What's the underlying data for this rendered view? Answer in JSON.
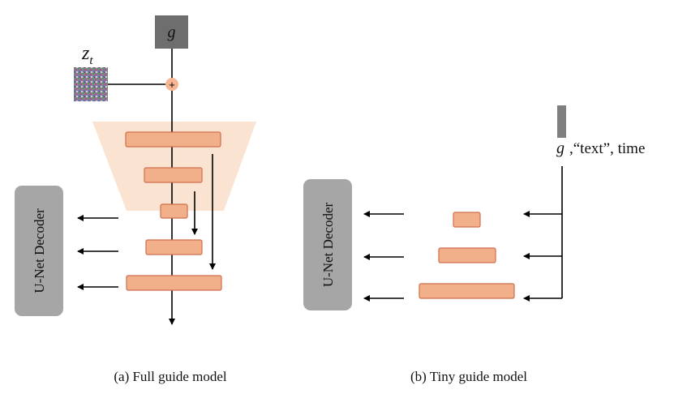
{
  "full": {
    "guide_label": "g",
    "latent_label": "z",
    "latent_subscript": "t",
    "plus_symbol": "+",
    "decoder_label": "U-Net Decoder",
    "caption": "(a) Full guide model"
  },
  "tiny": {
    "guide_label": "g",
    "inputs_label": ",“text”, time",
    "decoder_label": "U-Net Decoder",
    "caption": "(b) Tiny guide model"
  },
  "colors": {
    "block_fill": "#f2b08a",
    "block_stroke": "#d06f4c",
    "encoder_fill": "#fbe3d2",
    "decoder_fill": "#a6a6a6",
    "guide_box": "#6e6e6e",
    "plus_node": "#f7b594"
  }
}
